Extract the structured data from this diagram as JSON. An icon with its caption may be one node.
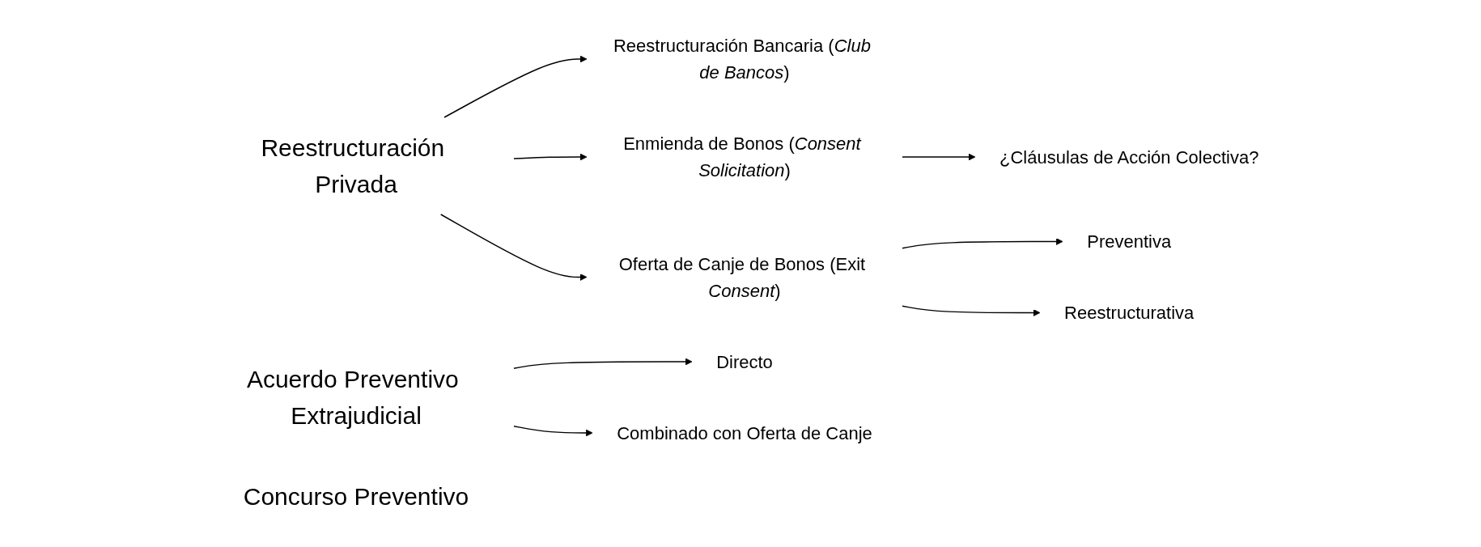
{
  "diagram": {
    "nodes": [
      {
        "text": [
          "Reestructuración Privada"
        ]
      },
      {
        "text": [
          "Reestructuración Bancaria (*Club de Bancos*)"
        ]
      },
      {
        "text": [
          "Enmienda de Bonos (*Consent Solicitation*)"
        ]
      },
      {
        "text": [
          "¿Cláusulas de Acción Colectiva?"
        ]
      },
      {
        "text": [
          "Oferta de Canje de Bonos (Exit *Consent*)"
        ]
      },
      {
        "text": [
          "Preventiva"
        ]
      },
      {
        "text": [
          "Reestructurativa"
        ]
      },
      {
        "text": [
          "Acuerdo Preventivo Extrajudicial"
        ]
      },
      {
        "text": [
          "Directo"
        ]
      },
      {
        "text": [
          "Combinado con Oferta de Canje"
        ]
      },
      {
        "text": [
          "Concurso Preventivo"
        ]
      }
    ],
    "edges": [
      {
        "from": 0,
        "to": 1,
        "arrow": "to"
      },
      {
        "from": 0,
        "to": 2,
        "arrow": "to"
      },
      {
        "from": 0,
        "to": 4,
        "arrow": "to"
      },
      {
        "from": 2,
        "to": 3,
        "arrow": "to"
      },
      {
        "from": 4,
        "to": 5,
        "arrow": "to"
      },
      {
        "from": 4,
        "to": 6,
        "arrow": "to"
      },
      {
        "from": 7,
        "to": 8,
        "arrow": "to"
      },
      {
        "from": 7,
        "to": 9,
        "arrow": "to"
      }
    ]
  }
}
